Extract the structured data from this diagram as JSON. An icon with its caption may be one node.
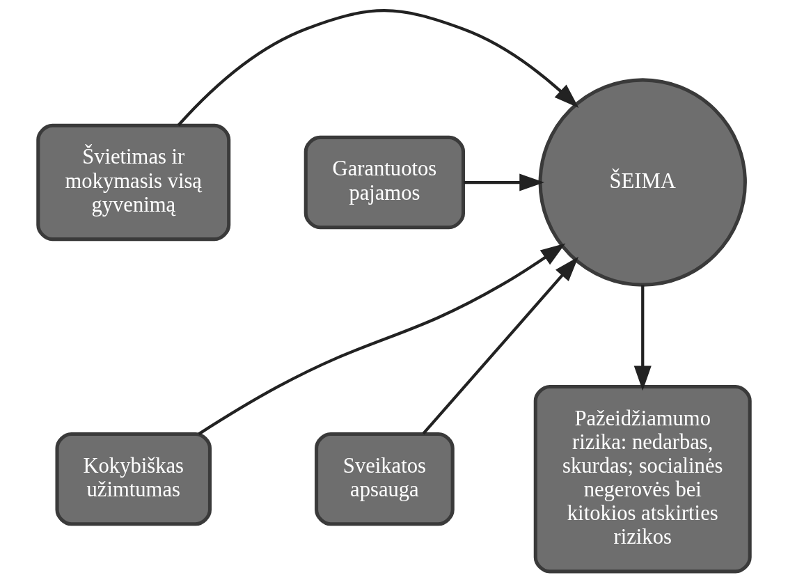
{
  "diagram": {
    "nodes": [
      {
        "text": [
          "Švietimas ir mokymasis visą gyvenimą"
        ]
      },
      {
        "text": [
          "ŠEIMA"
        ]
      },
      {
        "text": [
          "Garantuotos pajamos"
        ]
      },
      {
        "text": [
          "Kokybiškas užimtumas"
        ]
      },
      {
        "text": [
          "Pažeidžiamumo rizika: nedarbas, skurdas; socialinės negerovės bei kitokios atskirties rizikos"
        ]
      },
      {
        "text": [
          "Sveikatos apsauga"
        ]
      }
    ],
    "edges": [
      {
        "from": 0,
        "to": 1,
        "arrow": "to"
      },
      {
        "from": 2,
        "to": 1,
        "arrow": "to"
      },
      {
        "from": 3,
        "to": 1,
        "arrow": "to"
      },
      {
        "from": 5,
        "to": 1,
        "arrow": "to"
      },
      {
        "from": 1,
        "to": 4,
        "arrow": "to"
      }
    ]
  }
}
